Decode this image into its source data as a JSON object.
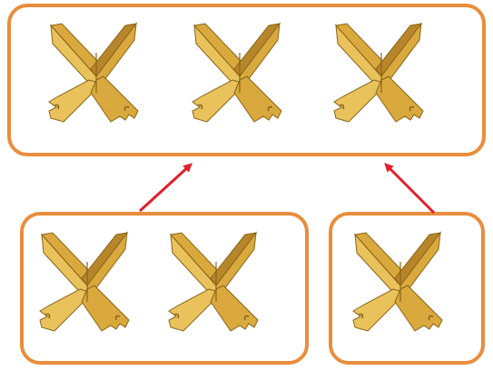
{
  "colors": {
    "box_border": "#E98D3C",
    "arrow": "#E0202A",
    "wood_light": "#E9C25C",
    "wood_mid": "#D9A93E",
    "wood_dark": "#B8862A",
    "wood_edge": "#8A6418"
  },
  "top_group": {
    "item_count": 3,
    "item_icon": "book-stand-icon"
  },
  "bottom_left_group": {
    "item_count": 2,
    "item_icon": "book-stand-icon"
  },
  "bottom_right_group": {
    "item_count": 1,
    "item_icon": "book-stand-icon"
  },
  "arrows": [
    {
      "from": "bottom_left_group",
      "to": "top_group",
      "icon": "arrow-up-right-icon"
    },
    {
      "from": "bottom_right_group",
      "to": "top_group",
      "icon": "arrow-up-left-icon"
    }
  ]
}
